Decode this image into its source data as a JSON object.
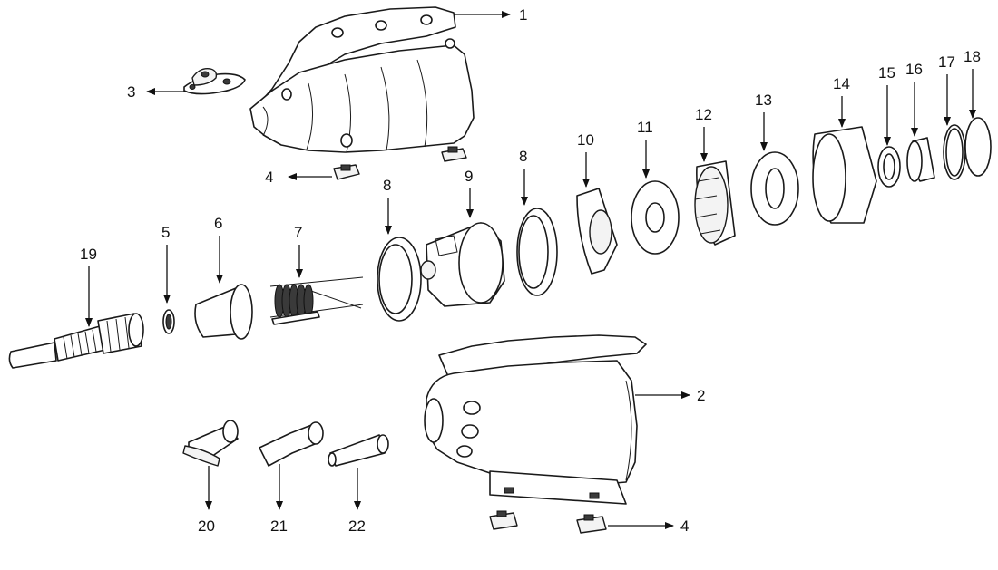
{
  "diagram": {
    "callouts": [
      "1",
      "2",
      "3",
      "4",
      "4",
      "5",
      "6",
      "7",
      "8",
      "8",
      "9",
      "10",
      "11",
      "12",
      "13",
      "14",
      "15",
      "16",
      "17",
      "18",
      "19",
      "20",
      "21",
      "22"
    ]
  }
}
